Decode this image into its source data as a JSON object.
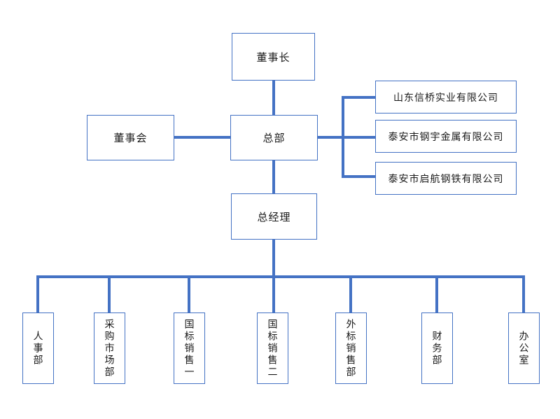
{
  "diagram": {
    "type": "org-chart",
    "accent_color": "#4472C4",
    "nodes": {
      "chairman": "董事长",
      "board": "董事会",
      "headquarters": "总部",
      "general_manager": "总经理"
    },
    "subsidiaries": [
      {
        "label": "山东信桥实业有限公司"
      },
      {
        "label": "泰安市钢宇金属有限公司"
      },
      {
        "label": "泰安市启航钢铁有限公司"
      }
    ],
    "departments": [
      {
        "label": "人事部"
      },
      {
        "label": "采购市场部"
      },
      {
        "label": "国标销售一"
      },
      {
        "label": "国标销售二"
      },
      {
        "label": "外标销售部"
      },
      {
        "label": "财务部"
      },
      {
        "label": "办公室"
      }
    ]
  }
}
